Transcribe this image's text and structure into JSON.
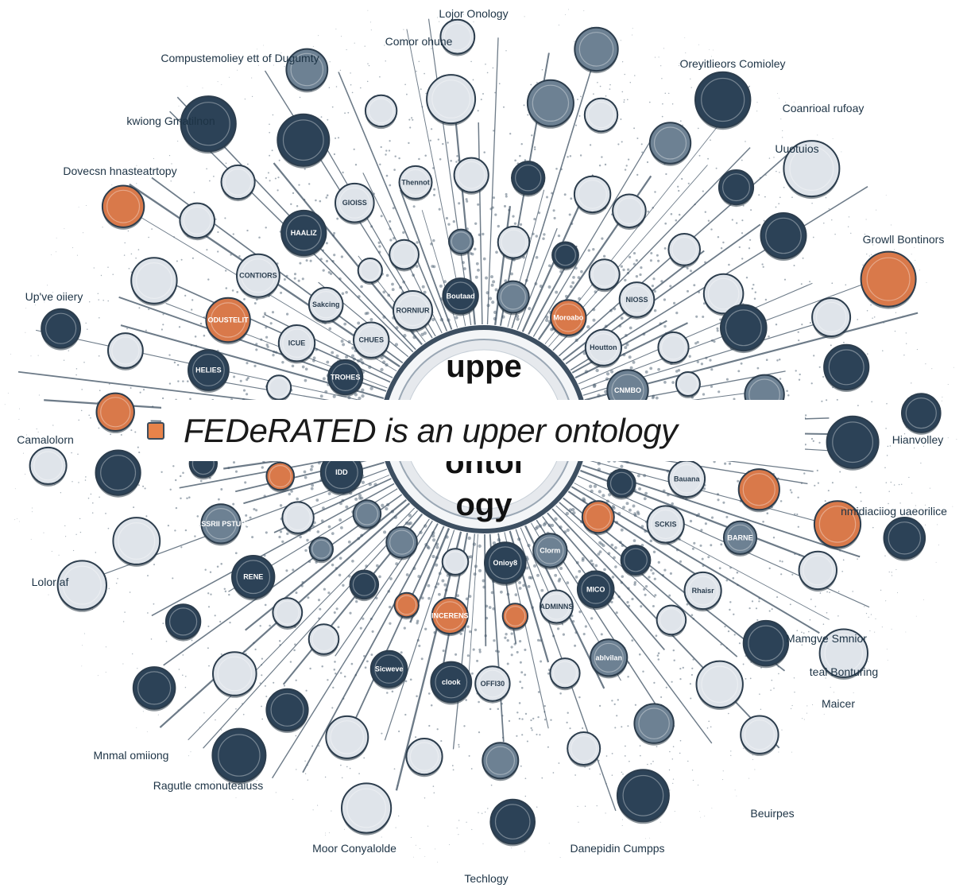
{
  "caption": "FEDeRATED is an upper ontology",
  "center": {
    "line1": "uppe",
    "line2": "ontol",
    "line3": "ogy"
  },
  "colors": {
    "navy": "#2c4257",
    "steel": "#6d8193",
    "silver": "#dfe4ea",
    "orange": "#d9794a",
    "line": "#3d4f61"
  },
  "labels": [
    "Lojor Onology",
    "Comor ohune",
    "Compustemoliey ett of Dugumty",
    "Oreyitlieors Comioley",
    "Coanrioal rufoay",
    "Uuotuios",
    "Growll Bontinors",
    "Dovecsn hnasteatrtopy",
    "Up've oiiery",
    "Camalolorn",
    "Hianvolley",
    "nmidiaciiog uaeorilice",
    "Lolor af",
    "Mamgve Smnior",
    "teal Bonturing",
    "Maicer",
    "Beuirpes",
    "Mnmal omiiong",
    "Ragutle cmonuteaiuss",
    "Moor Conyalolde",
    "Techlogy",
    "Danepidin Cumpps",
    "kwiong Gmatilnon"
  ],
  "node_labels": [
    "Clorm",
    "Onioy8",
    "IDD",
    "TROHES",
    "CHUES",
    "RORNIUR",
    "Boutaad",
    "Moroabo",
    "Houtton",
    "CNMBO",
    "Bauana",
    "SCKIS",
    "MICO",
    "ADMINNS",
    "INCERENS",
    "ICUE",
    "Sakcing",
    "NIOSS",
    "BARNE",
    "Rhaisr",
    "ablvilan",
    "OFFI30",
    "clook",
    "Sicweve",
    "RENE",
    "CLASSRII PSTUBEF",
    "HELIES",
    "ODUSTELIT",
    "CONTIORS",
    "HAALIZ",
    "GIOISS",
    "Thennot"
  ]
}
